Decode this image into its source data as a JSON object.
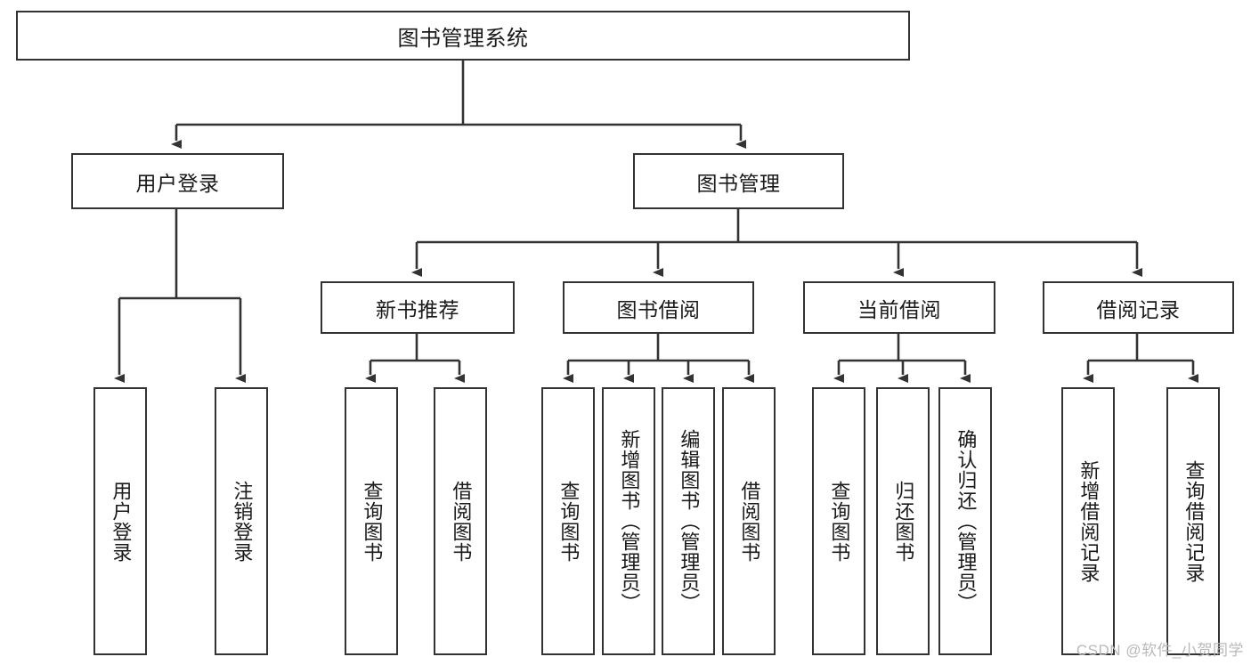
{
  "diagram": {
    "type": "tree",
    "title": "图书管理系统",
    "orientation": "top-down",
    "colors": {
      "box_border": "#333333",
      "box_fill": "#ffffff",
      "connector": "#333333",
      "text": "#1a1a1a",
      "watermark": "#b9b9b9",
      "background": "#ffffff"
    }
  },
  "root": {
    "label": "图书管理系统"
  },
  "level2": [
    {
      "label": "用户登录"
    },
    {
      "label": "图书管理"
    }
  ],
  "level3": [
    {
      "label": "新书推荐"
    },
    {
      "label": "图书借阅"
    },
    {
      "label": "当前借阅"
    },
    {
      "label": "借阅记录"
    }
  ],
  "leaves": {
    "user_login": [
      {
        "label": "用户登录"
      },
      {
        "label": "注销登录"
      }
    ],
    "new_book_recommend": [
      {
        "label": "查询图书"
      },
      {
        "label": "借阅图书"
      }
    ],
    "book_borrow": [
      {
        "label": "查询图书"
      },
      {
        "label": "新增图书（管理员）"
      },
      {
        "label": "编辑图书（管理员）"
      },
      {
        "label": "借阅图书"
      }
    ],
    "current_borrow": [
      {
        "label": "查询图书"
      },
      {
        "label": "归还图书"
      },
      {
        "label": "确认归还（管理员）"
      }
    ],
    "borrow_record": [
      {
        "label": "新增借阅记录"
      },
      {
        "label": "查询借阅记录"
      }
    ]
  },
  "watermark": {
    "text": "CSDN @软件_小贺同学"
  }
}
